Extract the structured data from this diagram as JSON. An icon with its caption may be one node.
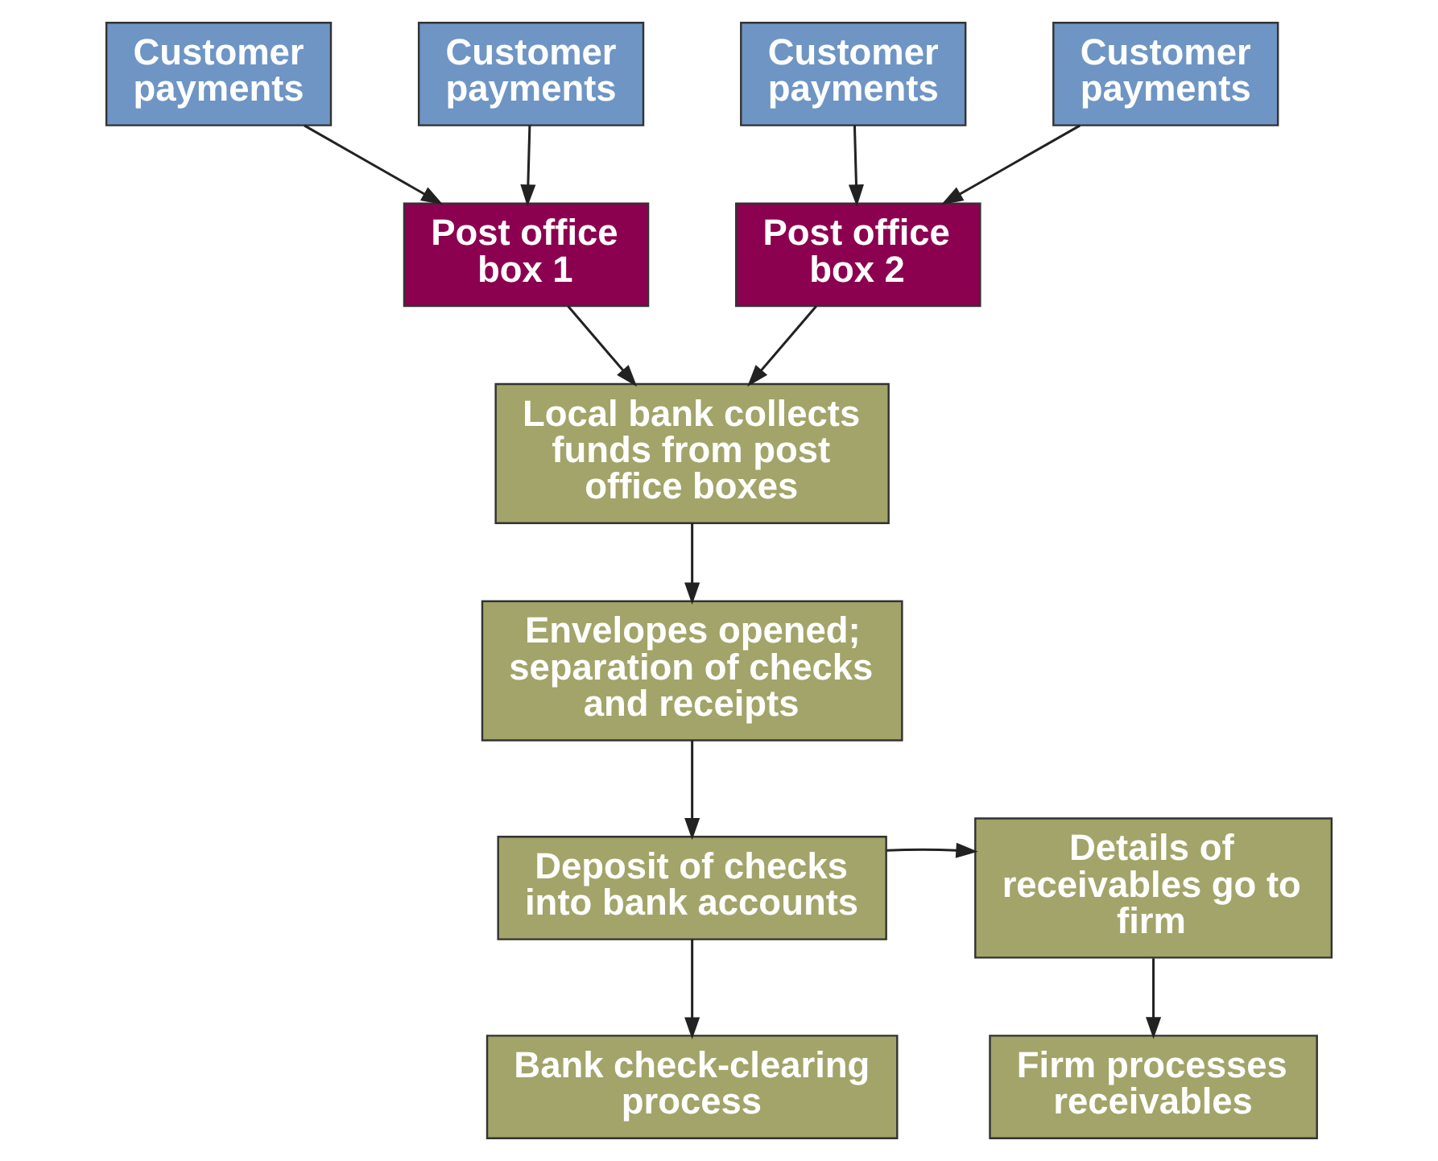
{
  "diagram": {
    "nodes": [
      {
        "text": [
          "Customer payments"
        ]
      },
      {
        "text": [
          "Customer payments"
        ]
      },
      {
        "text": [
          "Customer payments"
        ]
      },
      {
        "text": [
          "Customer payments"
        ]
      },
      {
        "text": [
          "Post office box 1"
        ]
      },
      {
        "text": [
          "Post office box 2"
        ]
      },
      {
        "text": [
          "Local bank collects funds from post office boxes"
        ]
      },
      {
        "text": [
          "Envelopes opened; separation of checks and receipts"
        ]
      },
      {
        "text": [
          "Deposit of checks into bank accounts"
        ]
      },
      {
        "text": [
          "Details of receivables go to firm"
        ]
      },
      {
        "text": [
          "Firm processes receivables"
        ]
      },
      {
        "text": [
          "Bank check-clearing process"
        ]
      }
    ],
    "edges": [
      {
        "from": 0,
        "to": 4,
        "arrow": "to"
      },
      {
        "from": 1,
        "to": 4,
        "arrow": "to"
      },
      {
        "from": 2,
        "to": 5,
        "arrow": "to"
      },
      {
        "from": 3,
        "to": 5,
        "arrow": "to"
      },
      {
        "from": 4,
        "to": 6,
        "arrow": "to"
      },
      {
        "from": 5,
        "to": 6,
        "arrow": "to"
      },
      {
        "from": 6,
        "to": 7,
        "arrow": "to"
      },
      {
        "from": 7,
        "to": 8,
        "arrow": "to"
      },
      {
        "from": 8,
        "to": 9,
        "arrow": "to"
      },
      {
        "from": 9,
        "to": 10,
        "arrow": "to"
      },
      {
        "from": 8,
        "to": 11,
        "arrow": "to"
      }
    ]
  }
}
